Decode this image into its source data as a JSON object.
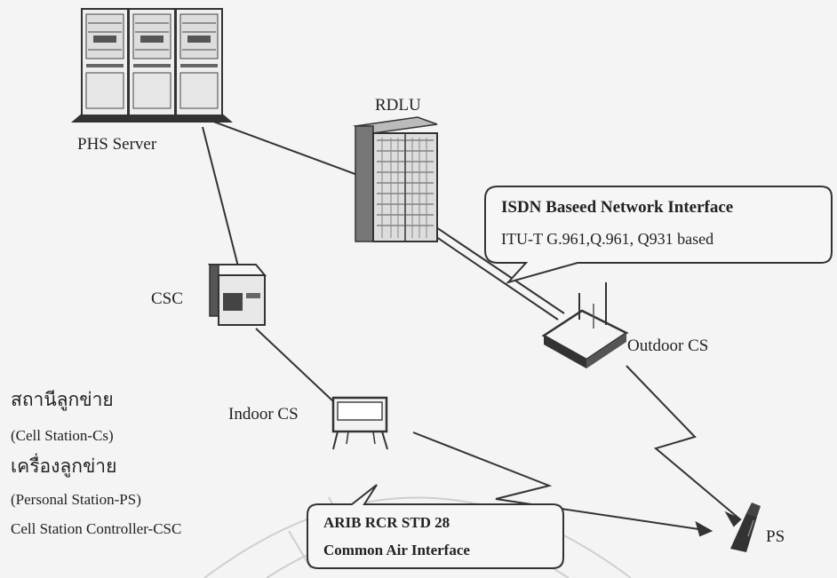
{
  "labels": {
    "phs_server": "PHS Server",
    "rdlu": "RDLU",
    "csc": "CSC",
    "outdoor_cs": "Outdoor CS",
    "indoor_cs": "Indoor CS",
    "ps": "PS"
  },
  "callouts": {
    "isdn": {
      "title": "ISDN Baseed Network Interface",
      "subtitle": "ITU-T G.961,Q.961, Q931 based"
    },
    "arib": {
      "line1": "ARIB RCR STD 28",
      "line2": "Common Air Interface"
    }
  },
  "legend": [
    "สถานีลูกข่าย",
    "(Cell Station-Cs)",
    "เครื่องลูกข่าย",
    "(Personal Station-PS)",
    "Cell Station Controller-CSC"
  ],
  "colors": {
    "background": "#f4f4f4",
    "line": "#333333",
    "text": "#222222",
    "watermark": "#c8c8c8"
  }
}
